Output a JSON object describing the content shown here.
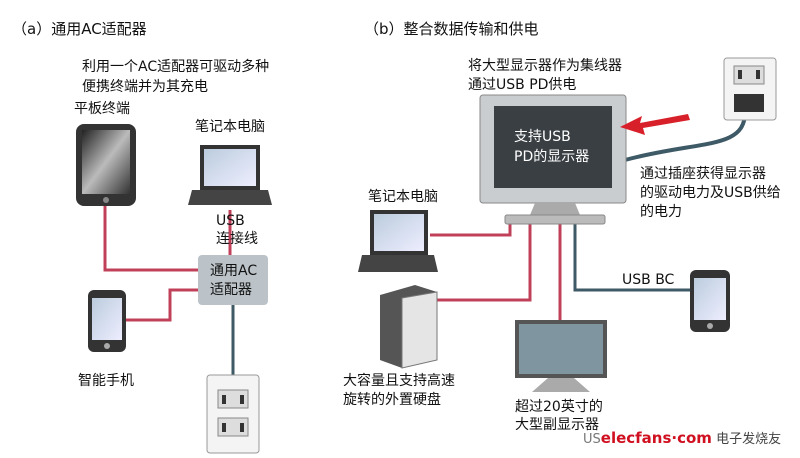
{
  "panel_a": {
    "title": "（a）通用AC适配器",
    "desc_line1": "利用一个AC适配器可驱动多种",
    "desc_line2": "便携终端并为其充电",
    "tablet_label": "平板终端",
    "laptop_label": "笔记本电脑",
    "usb_label_line1": "USB",
    "usb_label_line2": "连接线",
    "adapter_line1": "通用AC",
    "adapter_line2": "适配器",
    "phone_label": "智能手机"
  },
  "panel_b": {
    "title": "（b）整合数据传输和供电",
    "hub_line1": "将大型显示器作为集线器",
    "hub_line2": "通过USB PD供电",
    "screen_line1": "支持USB",
    "screen_line2": "PD的显示器",
    "power_line1": "通过插座获得显示器",
    "power_line2": "的驱动电力及USB供给",
    "power_line3": "的电力",
    "laptop_label": "笔记本电脑",
    "hdd_line1": "大容量且支持高速",
    "hdd_line2": "旋转的外置硬盘",
    "usb_bc": "USB BC",
    "sub_monitor_line1": "超过20英寸的",
    "sub_monitor_line2": "大型副显示器"
  },
  "watermark": {
    "logo": "elecfans·com",
    "cn": "电子发烧友",
    "prefix": "US"
  },
  "colors": {
    "data_line": "#c0405a",
    "power_line": "#3e5a66",
    "arrow": "#d8202a"
  }
}
